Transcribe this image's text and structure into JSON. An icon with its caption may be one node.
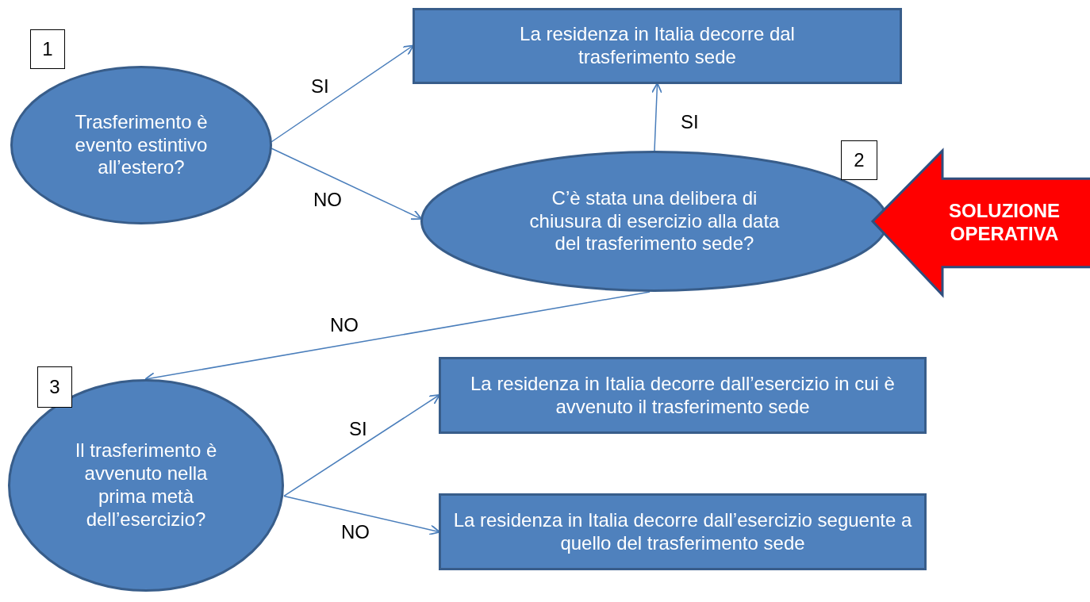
{
  "diagram": {
    "nodes": [
      {
        "text": [
          "Trasferimento è evento estintivo all’estero?"
        ],
        "beside": [
          "1"
        ]
      },
      {
        "text": [
          "La residenza in Italia decorre dal trasferimento sede"
        ]
      },
      {
        "text": [
          "C’è stata una delibera di chiusura di esercizio alla data del trasferimento sede?"
        ],
        "beside": [
          "2"
        ]
      },
      {
        "text": [
          "SOLUZIONE OPERATIVA"
        ]
      },
      {
        "text": [
          "Il trasferimento è avvenuto nella prima metà dell’esercizio?"
        ],
        "beside": [
          "3"
        ]
      },
      {
        "text": [
          "La residenza in Italia decorre dall’esercizio in cui è avvenuto il trasferimento sede"
        ]
      },
      {
        "text": [
          "La residenza in Italia decorre dall’esercizio seguente a quello del trasferimento sede"
        ]
      }
    ],
    "edges": [
      {
        "from": 0,
        "to": 1,
        "arrow": "to",
        "label": "SI"
      },
      {
        "from": 0,
        "to": 2,
        "arrow": "to",
        "label": "NO"
      },
      {
        "from": 2,
        "to": 1,
        "arrow": "to",
        "label": "SI"
      },
      {
        "from": 2,
        "to": 4,
        "arrow": "to",
        "label": "NO"
      },
      {
        "from": 4,
        "to": 5,
        "arrow": "to",
        "label": "SI"
      },
      {
        "from": 4,
        "to": 6,
        "arrow": "to",
        "label": "NO"
      }
    ]
  }
}
